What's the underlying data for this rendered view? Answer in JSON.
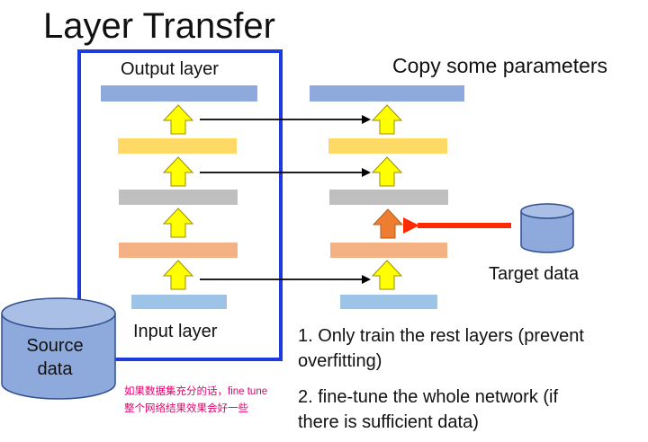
{
  "title": "Layer Transfer",
  "labels": {
    "output_layer": "Output layer",
    "input_layer": "Input layer",
    "copy_params": "Copy some parameters",
    "target_data": "Target data",
    "source_data_line1": "Source",
    "source_data_line2": "data"
  },
  "notes": {
    "item1_line1": "1. Only train the rest layers (prevent",
    "item1_line2": "overfitting)",
    "item2_line1": "2. fine-tune the whole network (if",
    "item2_line2": "there is sufficient data)"
  },
  "annotation": {
    "line1": "如果数据集充分的话，fine tune",
    "line2": "整个网络结果效果会好一些"
  },
  "colors": {
    "frame": "#1e3be0",
    "layer_output": "#8ea9db",
    "layer_yellow": "#ffd966",
    "layer_gray": "#bfbfbf",
    "layer_salmon": "#f4b183",
    "layer_input": "#9dc3e6",
    "up_arrow": "#ffff00",
    "up_arrow_border": "#9c8e00",
    "trained_arrow": "#ed7d31",
    "target_arrow": "#ff2a00",
    "cylinder_fill": "#8ea9db",
    "cylinder_stroke": "#2f4f8f",
    "annotation": "#e6006e"
  }
}
